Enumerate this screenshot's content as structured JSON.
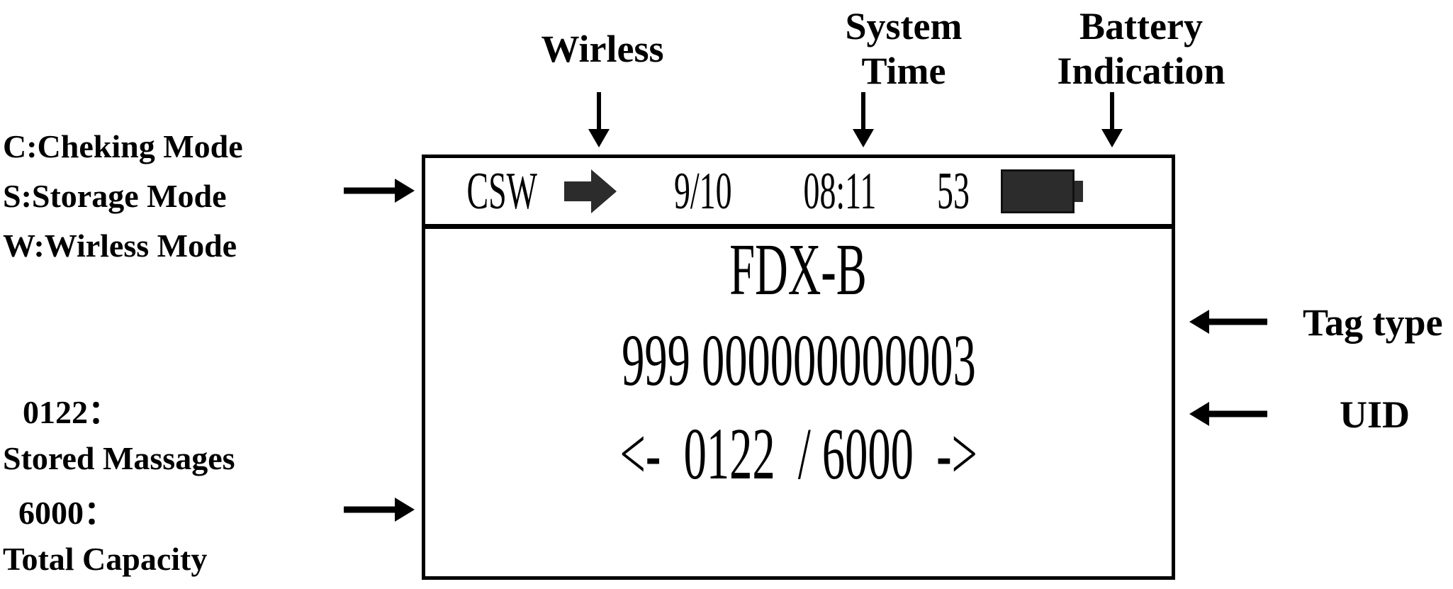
{
  "annotations": {
    "wireless": {
      "label": "Wirless",
      "icon": "down-arrow-icon"
    },
    "system_time": {
      "label": "System\nTime",
      "icon": "down-arrow-icon"
    },
    "battery_indication": {
      "label": "Battery\nIndication",
      "icon": "down-arrow-icon"
    },
    "mode_legend": {
      "line1": "C:Cheking Mode",
      "line2": "S:Storage Mode",
      "line3": "W:Wirless Mode",
      "icon": "right-arrow-icon"
    },
    "stored_messages": {
      "value": "0122：",
      "label": "Stored Massages"
    },
    "total_capacity": {
      "value": "6000：",
      "label": "Total Capacity",
      "icon": "right-arrow-icon"
    },
    "tag_type": {
      "label": "Tag type",
      "icon": "left-arrow-icon"
    },
    "uid": {
      "label": "UID",
      "icon": "left-arrow-icon"
    }
  },
  "lcd": {
    "status_bar": {
      "mode": "CSW",
      "wireless_icon": "right-block-arrow-icon",
      "date": "9/10",
      "time": "08:11",
      "seconds": "53",
      "battery_icon": "battery-full-icon"
    },
    "tag_type": "FDX-B",
    "uid": "999 000000000003",
    "navigation": {
      "prev_icon": "<-",
      "current": "0122",
      "separator": "/",
      "total": "6000",
      "next_icon": "->",
      "full": "<-  0122  / 6000  ->"
    }
  },
  "colors": {
    "ink": "#000000",
    "background": "#ffffff",
    "icon_fill": "#2c2c2c"
  }
}
